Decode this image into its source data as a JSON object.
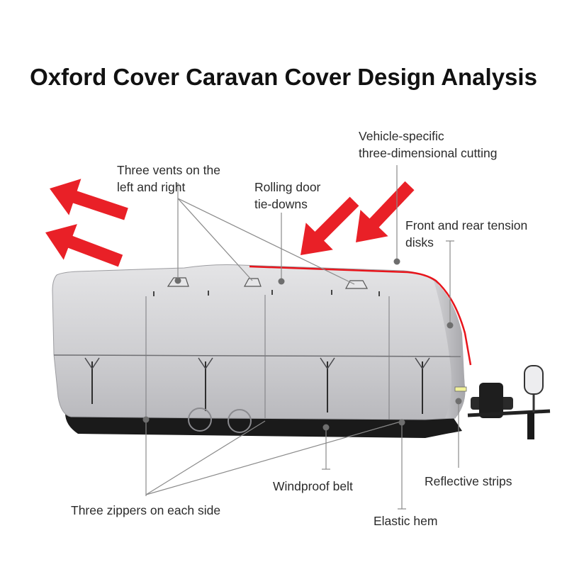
{
  "title": "Oxford Cover Caravan Cover Design Analysis",
  "colors": {
    "cover_body": "#cfcfd1",
    "cover_shadow": "#a9a9ad",
    "hem": "#1a1a1a",
    "arrow_red": "#e8141b",
    "leader_line": "#8a8a8a",
    "dot": "#6e6e6e"
  },
  "callouts": {
    "vents": {
      "line1": "Three vents on the",
      "line2": "left and right"
    },
    "tie_downs": {
      "line1": "Rolling door",
      "line2": "tie-downs"
    },
    "cutting": {
      "line1": "Vehicle-specific",
      "line2": "three-dimensional cutting"
    },
    "tension": {
      "line1": "Front and rear tension",
      "line2": "disks"
    },
    "reflective": {
      "line1": "Reflective strips"
    },
    "windproof": {
      "line1": "Windproof belt"
    },
    "zippers": {
      "line1": "Three zippers on each side"
    },
    "elastic": {
      "line1": "Elastic hem"
    }
  }
}
